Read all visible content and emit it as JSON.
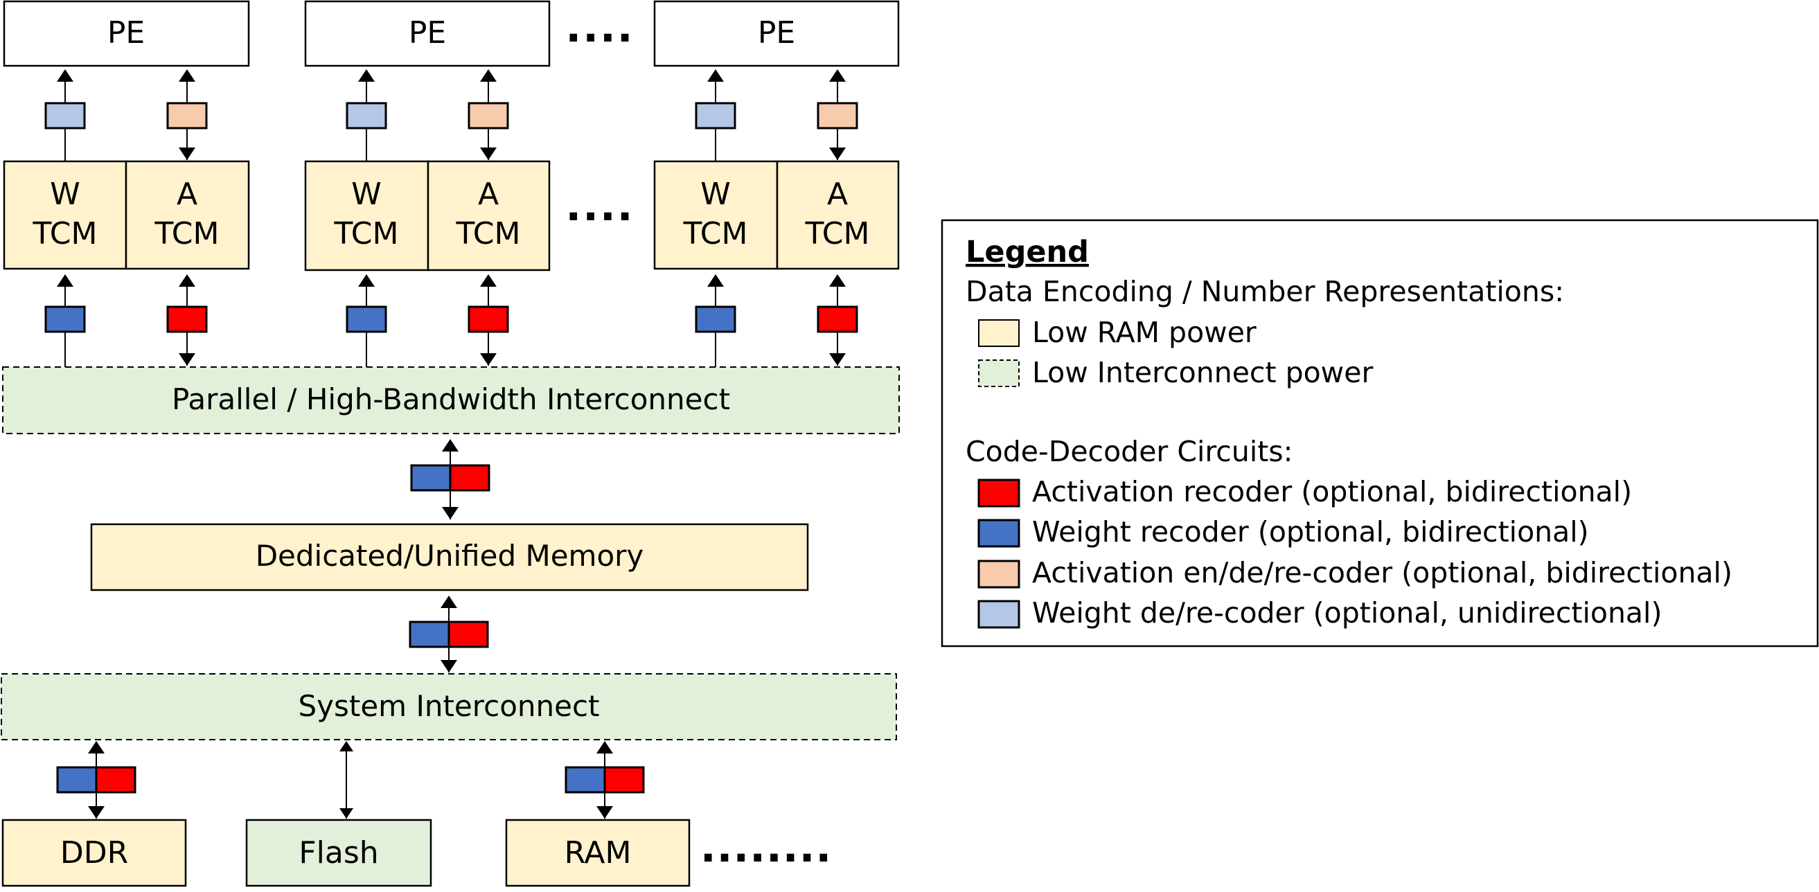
{
  "colors": {
    "low_ram_power": "#fff2cc",
    "low_interconnect_power": "#e2efd9",
    "activation_recoder": "#ff0000",
    "weight_recoder": "#4472c4",
    "activation_endecoder": "#f8cbad",
    "weight_decoder": "#b4c7e7"
  },
  "pe_columns": [
    {
      "pe": "PE",
      "w_tcm": [
        "W",
        "TCM"
      ],
      "a_tcm": [
        "A",
        "TCM"
      ]
    },
    {
      "pe": "PE",
      "w_tcm": [
        "W",
        "TCM"
      ],
      "a_tcm": [
        "A",
        "TCM"
      ]
    },
    {
      "pe": "PE",
      "w_tcm": [
        "W",
        "TCM"
      ],
      "a_tcm": [
        "A",
        "TCM"
      ]
    }
  ],
  "ellipsis_pe": "....",
  "ellipsis_tcm": "....",
  "parallel_interconnect": "Parallel / High-Bandwidth Interconnect",
  "dedicated_memory": "Dedicated/Unified Memory",
  "system_interconnect": "System Interconnect",
  "storage": {
    "ddr": "DDR",
    "flash": "Flash",
    "ram": "RAM",
    "ellipsis": "........"
  },
  "legend": {
    "title": "Legend",
    "section1": "Data Encoding / Number Representations:",
    "low_ram": "Low RAM power",
    "low_interconnect": "Low Interconnect power",
    "section2": "Code-Decoder Circuits:",
    "activation_recoder": "Activation recoder (optional, bidirectional)",
    "weight_recoder": "Weight recoder (optional, bidirectional)",
    "activation_endecoder": "Activation en/de/re-coder (optional, bidirectional)",
    "weight_decoder": "Weight de/re-coder (optional, unidirectional)"
  }
}
